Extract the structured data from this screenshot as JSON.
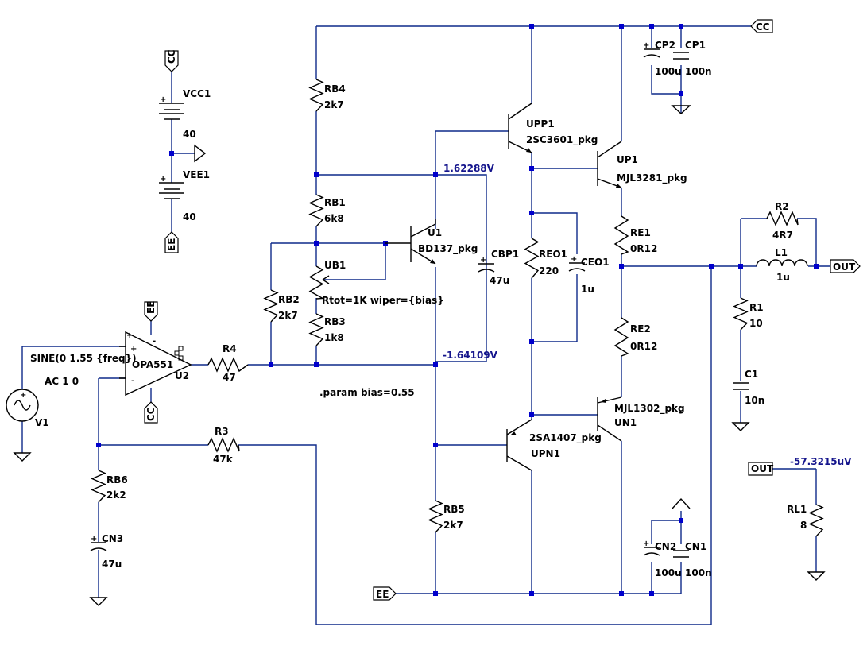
{
  "components": [
    {
      "ref": "VCC1",
      "value": "40"
    },
    {
      "ref": "VEE1",
      "value": "40"
    },
    {
      "ref": "RB4",
      "value": "2k7"
    },
    {
      "ref": "RB1",
      "value": "6k8"
    },
    {
      "ref": "UB1",
      "value": "Rtot=1K wiper={bias}"
    },
    {
      "ref": "RB3",
      "value": "1k8"
    },
    {
      "ref": "RB2",
      "value": "2k7"
    },
    {
      "ref": "RB5",
      "value": "2k7"
    },
    {
      "ref": "RB6",
      "value": "2k2"
    },
    {
      "ref": "CN3",
      "value": "47u"
    },
    {
      "ref": "R4",
      "value": "47"
    },
    {
      "ref": "R3",
      "value": "47k"
    },
    {
      "ref": "U2",
      "value": "OPA551"
    },
    {
      "ref": "V1",
      "value": "SINE(0 1.55 {freq})",
      "value2": "AC 1 0"
    },
    {
      "ref": "U1",
      "value": "BD137_pkg"
    },
    {
      "ref": "CBP1",
      "value": "47u"
    },
    {
      "ref": "UPP1",
      "value": "2SC3601_pkg"
    },
    {
      "ref": "UPN1",
      "value": "2SA1407_pkg"
    },
    {
      "ref": "UP1",
      "value": "MJL3281_pkg"
    },
    {
      "ref": "UN1",
      "value": "MJL1302_pkg"
    },
    {
      "ref": "REO1",
      "value": "220"
    },
    {
      "ref": "CEO1",
      "value": "1u"
    },
    {
      "ref": "RE1",
      "value": "0R12"
    },
    {
      "ref": "RE2",
      "value": "0R12"
    },
    {
      "ref": "CP2",
      "value": "100u"
    },
    {
      "ref": "CP1",
      "value": "100n"
    },
    {
      "ref": "CN2",
      "value": "100u"
    },
    {
      "ref": "CN1",
      "value": "100n"
    },
    {
      "ref": "R2",
      "value": "4R7"
    },
    {
      "ref": "L1",
      "value": "1u"
    },
    {
      "ref": "R1",
      "value": "10"
    },
    {
      "ref": "C1",
      "value": "10n"
    },
    {
      "ref": "RL1",
      "value": "8"
    }
  ],
  "net_labels": {
    "cc": "CC",
    "ee": "EE",
    "out": "OUT"
  },
  "voltages": {
    "top": "1.62288V",
    "bottom": "-1.64109V",
    "load": "-57.3215uV"
  },
  "directive": ".param bias=0.55",
  "pin_marks": {
    "plus": "+",
    "minus": "-"
  },
  "colors": {
    "wire": "#0f2a8a",
    "junction": "#0000cc",
    "component": "#000000",
    "voltage_text": "#14148c",
    "background": "#ffffff"
  }
}
